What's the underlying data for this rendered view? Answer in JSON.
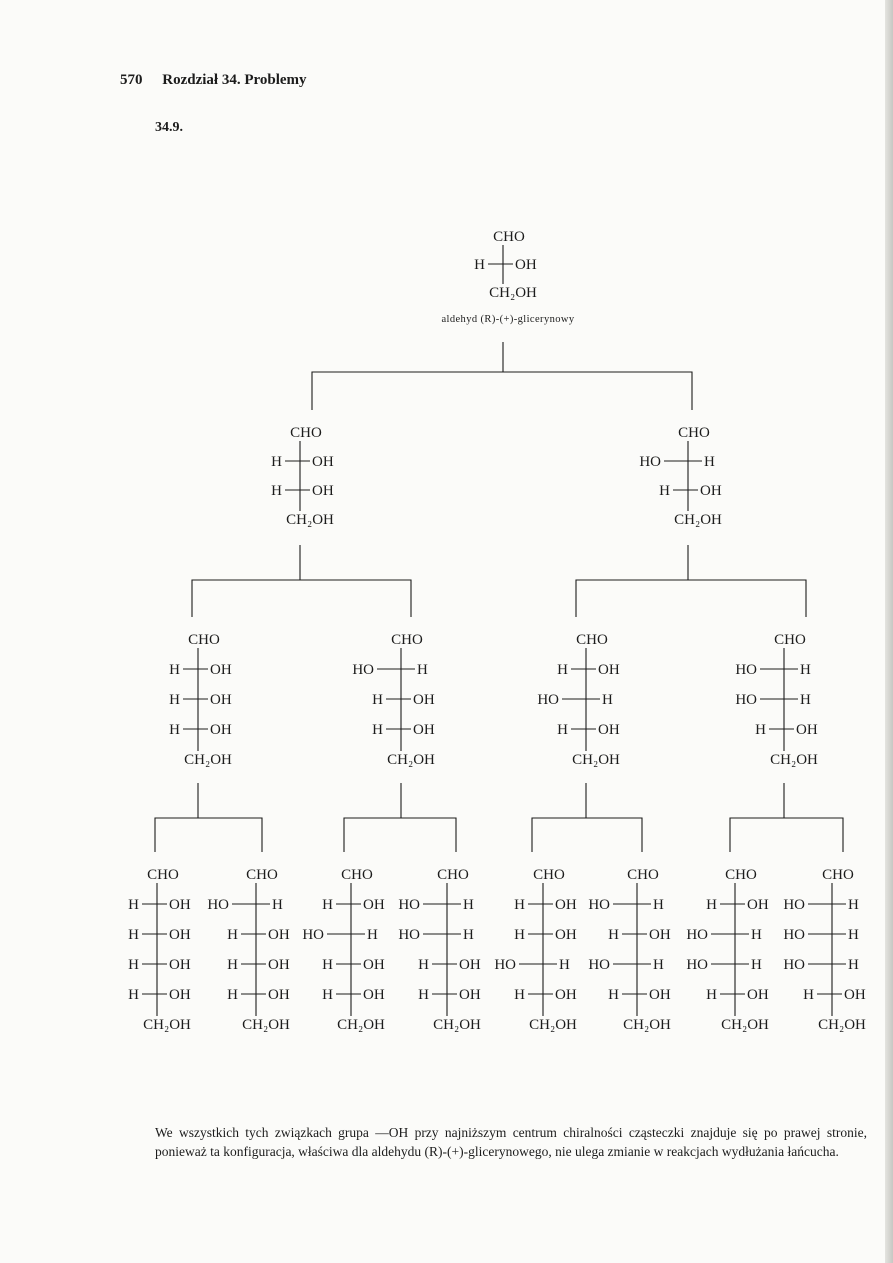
{
  "header": {
    "page_number": "570",
    "chapter": "Rozdział 34. Problemy"
  },
  "problem_number": "34.9.",
  "tree": {
    "root": {
      "top": "CHO",
      "rows": [
        [
          "H",
          "OH"
        ]
      ],
      "bottom": "CH₂OH",
      "caption": "aldehyd (R)-(+)-glicerynowy"
    },
    "level1": [
      {
        "top": "CHO",
        "rows": [
          [
            "H",
            "OH"
          ],
          [
            "H",
            "OH"
          ]
        ],
        "bottom": "CH₂OH"
      },
      {
        "top": "CHO",
        "rows": [
          [
            "HO",
            "H"
          ],
          [
            "H",
            "OH"
          ]
        ],
        "bottom": "CH₂OH"
      }
    ],
    "level2": [
      {
        "top": "CHO",
        "rows": [
          [
            "H",
            "OH"
          ],
          [
            "H",
            "OH"
          ],
          [
            "H",
            "OH"
          ]
        ],
        "bottom": "CH₂OH"
      },
      {
        "top": "CHO",
        "rows": [
          [
            "HO",
            "H"
          ],
          [
            "H",
            "OH"
          ],
          [
            "H",
            "OH"
          ]
        ],
        "bottom": "CH₂OH"
      },
      {
        "top": "CHO",
        "rows": [
          [
            "H",
            "OH"
          ],
          [
            "HO",
            "H"
          ],
          [
            "H",
            "OH"
          ]
        ],
        "bottom": "CH₂OH"
      },
      {
        "top": "CHO",
        "rows": [
          [
            "HO",
            "H"
          ],
          [
            "HO",
            "H"
          ],
          [
            "H",
            "OH"
          ]
        ],
        "bottom": "CH₂OH"
      }
    ],
    "level3": [
      {
        "top": "CHO",
        "rows": [
          [
            "H",
            "OH"
          ],
          [
            "H",
            "OH"
          ],
          [
            "H",
            "OH"
          ],
          [
            "H",
            "OH"
          ]
        ],
        "bottom": "CH₂OH"
      },
      {
        "top": "CHO",
        "rows": [
          [
            "HO",
            "H"
          ],
          [
            "H",
            "OH"
          ],
          [
            "H",
            "OH"
          ],
          [
            "H",
            "OH"
          ]
        ],
        "bottom": "CH₂OH"
      },
      {
        "top": "CHO",
        "rows": [
          [
            "H",
            "OH"
          ],
          [
            "HO",
            "H"
          ],
          [
            "H",
            "OH"
          ],
          [
            "H",
            "OH"
          ]
        ],
        "bottom": "CH₂OH"
      },
      {
        "top": "CHO",
        "rows": [
          [
            "HO",
            "H"
          ],
          [
            "HO",
            "H"
          ],
          [
            "H",
            "OH"
          ],
          [
            "H",
            "OH"
          ]
        ],
        "bottom": "CH₂OH"
      },
      {
        "top": "CHO",
        "rows": [
          [
            "H",
            "OH"
          ],
          [
            "H",
            "OH"
          ],
          [
            "HO",
            "H"
          ],
          [
            "H",
            "OH"
          ]
        ],
        "bottom": "CH₂OH"
      },
      {
        "top": "CHO",
        "rows": [
          [
            "HO",
            "H"
          ],
          [
            "H",
            "OH"
          ],
          [
            "HO",
            "H"
          ],
          [
            "H",
            "OH"
          ]
        ],
        "bottom": "CH₂OH"
      },
      {
        "top": "CHO",
        "rows": [
          [
            "H",
            "OH"
          ],
          [
            "HO",
            "H"
          ],
          [
            "HO",
            "H"
          ],
          [
            "H",
            "OH"
          ]
        ],
        "bottom": "CH₂OH"
      },
      {
        "top": "CHO",
        "rows": [
          [
            "HO",
            "H"
          ],
          [
            "HO",
            "H"
          ],
          [
            "HO",
            "H"
          ],
          [
            "H",
            "OH"
          ]
        ],
        "bottom": "CH₂OH"
      }
    ]
  },
  "paragraph": "We wszystkich tych związkach grupa —OH przy najniższym centrum chiralności cząsteczki znajduje się po prawej stronie, ponieważ ta konfiguracja, właściwa dla aldehydu (R)-(+)-glicerynowego, nie ulega zmianie w reakcjach wydłużania łańcucha."
}
